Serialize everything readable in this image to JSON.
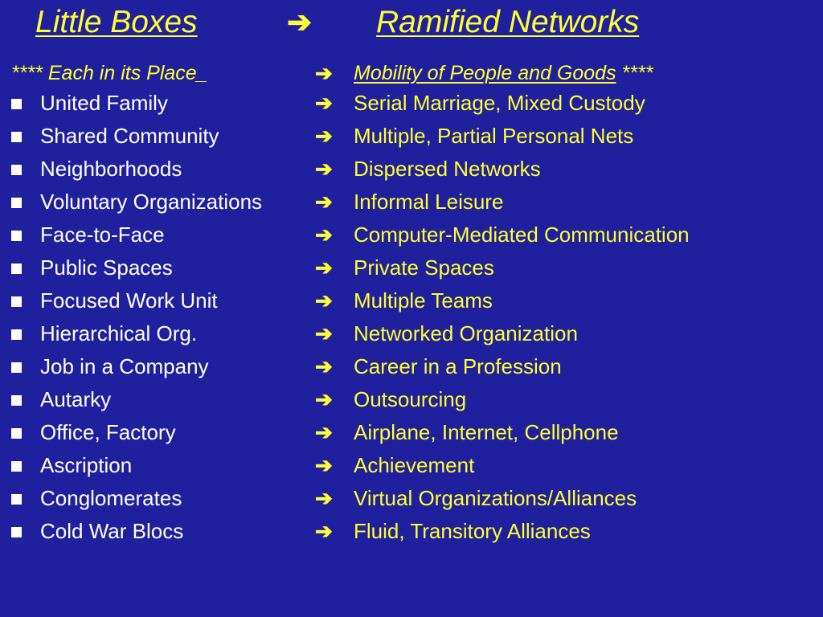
{
  "slide": {
    "title_left": "Little Boxes",
    "title_arrow": "➔",
    "title_right": "Ramified Networks",
    "subhead": {
      "left": "**** Each in its Place_",
      "arrow": "➔",
      "right_underlined": "Mobility of People and Goods",
      "right_suffix": " ****"
    },
    "rows": [
      {
        "from": "United Family",
        "arrow": "➔",
        "to": "Serial Marriage, Mixed Custody"
      },
      {
        "from": "Shared Community",
        "arrow": "➔",
        "to": "Multiple, Partial Personal Nets"
      },
      {
        "from": "Neighborhoods",
        "arrow": "➔",
        "to": "Dispersed Networks"
      },
      {
        "from": "Voluntary Organizations",
        "arrow": "➔",
        "to": "Informal Leisure"
      },
      {
        "from": "Face-to-Face",
        "arrow": "➔",
        "to": "Computer-Mediated Communication"
      },
      {
        "from": "Public Spaces",
        "arrow": "➔",
        "to": "Private Spaces"
      },
      {
        "from": "Focused Work Unit",
        "arrow": "➔",
        "to": "Multiple Teams"
      },
      {
        "from": "Hierarchical Org.",
        "arrow": "➔",
        "to": "Networked Organization"
      },
      {
        "from": "Job in a Company",
        "arrow": "➔",
        "to": "Career in a Profession"
      },
      {
        "from": "Autarky",
        "arrow": "➔",
        "to": "Outsourcing"
      },
      {
        "from": "Office, Factory",
        "arrow": "➔",
        "to": "Airplane, Internet, Cellphone"
      },
      {
        "from": "Ascription",
        "arrow": "➔",
        "to": "Achievement"
      },
      {
        "from": "Conglomerates",
        "arrow": "➔",
        "to": "Virtual Organizations/Alliances"
      },
      {
        "from": "Cold War Blocs",
        "arrow": "➔",
        "to": "Fluid, Transitory Alliances"
      }
    ],
    "colors": {
      "background": "#20209e",
      "accent": "#ffff33",
      "text": "#ffffff"
    },
    "icons": {
      "bullet": "square-bullet-icon",
      "arrow": "right-arrow-icon"
    }
  }
}
